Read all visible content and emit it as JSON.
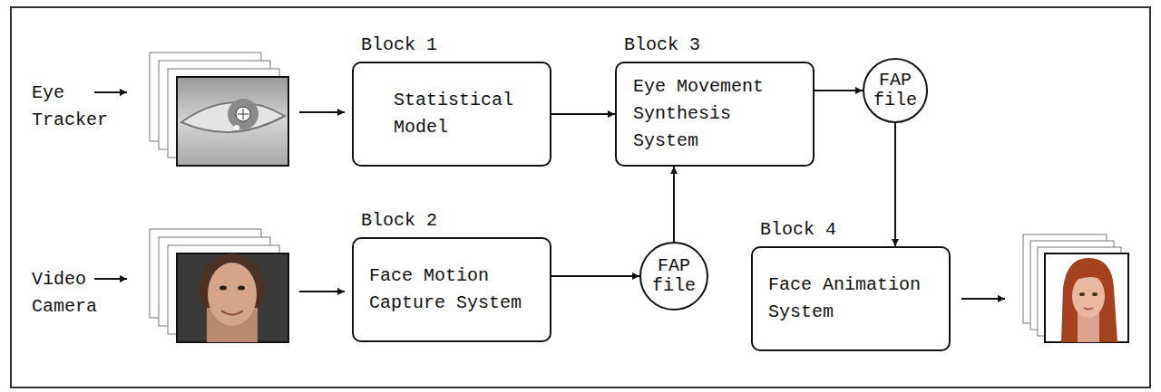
{
  "diagram": {
    "nodes": [
      {
        "text": [
          "Block 1",
          "Statistical Model"
        ]
      },
      {
        "text": [
          "Block 3",
          "Eye Movement Synthesis System"
        ]
      },
      {
        "text": [
          "FAP file"
        ]
      },
      {
        "text": [
          "Block 2",
          "Face Motion Capture System"
        ]
      },
      {
        "text": [
          "FAP file"
        ]
      },
      {
        "text": [
          "Block 4",
          "Face Animation System"
        ]
      }
    ],
    "edges": [
      {
        "from": 0,
        "to": 1,
        "arrow": "to"
      },
      {
        "from": 1,
        "to": 2,
        "arrow": "to"
      },
      {
        "from": 2,
        "to": 5,
        "arrow": "to"
      },
      {
        "from": 3,
        "to": 4,
        "arrow": "to"
      },
      {
        "from": 4,
        "to": 1,
        "arrow": "to"
      }
    ],
    "labels": [
      "Eye Tracker",
      "Video Camera"
    ]
  }
}
